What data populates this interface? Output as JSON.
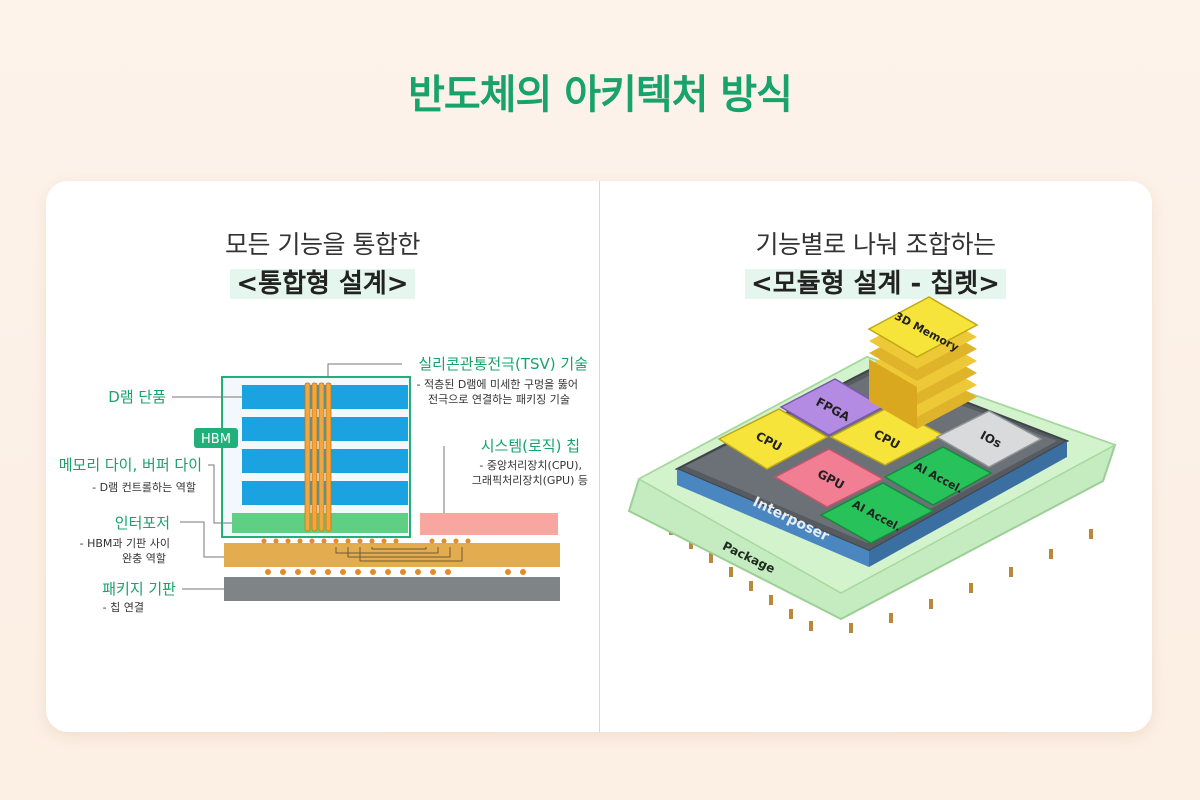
{
  "title": "반도체의 아키텍처 방식",
  "left": {
    "subtitle": "모든 기능을 통합한",
    "heading": "<통합형 설계>",
    "hbm_tag": "HBM",
    "labels": {
      "dram": "D램 단품",
      "memory_die": "메모리 다이, 버퍼 다이",
      "memory_die_desc": "- D램 컨트롤하는 역할",
      "interposer": "인터포저",
      "interposer_desc1": "- HBM과 기판 사이",
      "interposer_desc2": "완충 역할",
      "substrate": "패키지 기판",
      "substrate_desc": "- 칩 연결",
      "tsv": "실리콘관통전극(TSV) 기술",
      "tsv_desc1": "- 적층된 D램에 미세한 구멍을 뚫어",
      "tsv_desc2": "전극으로 연결하는 패키징 기술",
      "system_chip": "시스템(로직) 칩",
      "system_chip_desc1": "- 중앙처리장치(CPU),",
      "system_chip_desc2": "그래픽처리장치(GPU) 등"
    }
  },
  "right": {
    "subtitle": "기능별로 나눠 조합하는",
    "heading": "<모듈형 설계 - 칩렛>",
    "chips": {
      "memory": "3D Memory",
      "fpga": "FPGA",
      "cpu1": "CPU",
      "cpu2": "CPU",
      "ios": "IOs",
      "gpu": "GPU",
      "ai1": "AI Accel.",
      "ai2": "AI Accel."
    },
    "interposer": "Interposer",
    "package": "Package"
  },
  "colors": {
    "accent_green": "#17a36b",
    "dram_blue": "#1aa3e0",
    "interposer_orange": "#e3ad4f",
    "substrate_gray": "#7f8587",
    "logic_pink": "#f7a7a0"
  }
}
